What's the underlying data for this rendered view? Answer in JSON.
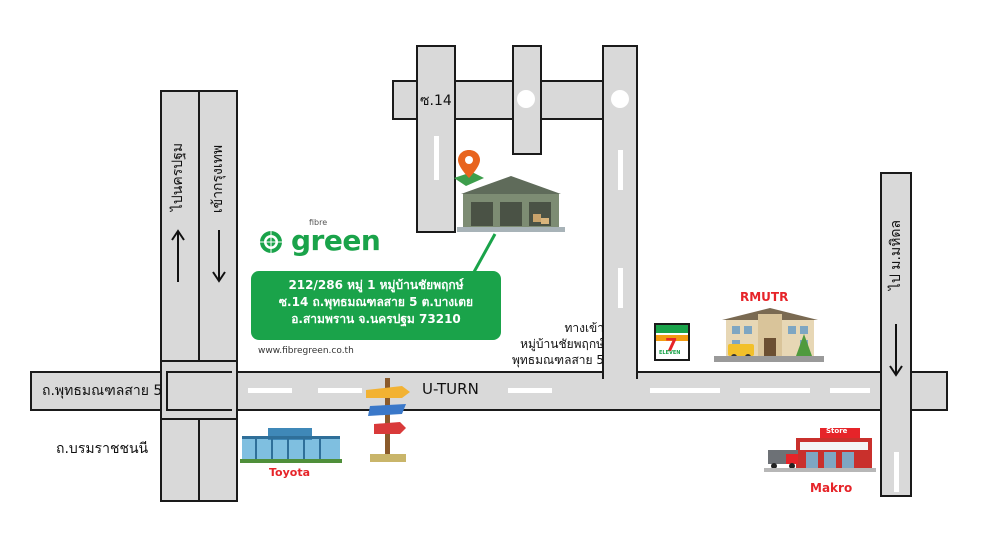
{
  "roads": {
    "soi14": "ซ.14",
    "to_nakhon_pathom": "ไปนครปฐม",
    "to_bangkok": "เข้ากรุงเทพ",
    "to_mahidol": "ไป ม.มหิดล",
    "phutthamonthon_5": "ถ.พุทธมณฑลสาย 5",
    "borommaratchachonnani": "ถ.บรมราชชนนี",
    "u_turn": "U-TURN",
    "entrance_line1": "ทางเข้า",
    "entrance_line2": "หมู่บ้านชัยพฤกษ์",
    "entrance_line3": "พุทธมณฑลสาย 5"
  },
  "brand": {
    "small": "fibre",
    "name": "green",
    "website": "www.fibregreen.co.th"
  },
  "address": {
    "line1": "212/286 หมู่ 1 หมู่บ้านชัยพฤกษ์",
    "line2": "ซ.14 ถ.พุทธมณฑลสาย 5 ต.บางเตย",
    "line3": "อ.สามพราน จ.นครปฐม 73210"
  },
  "landmarks": {
    "rmutr": "RMUTR",
    "seven_eleven": "ELEVEN",
    "toyota": "Toyota",
    "makro": "Makro",
    "store_sign": "Store"
  },
  "colors": {
    "brand_green": "#1aa34a",
    "road_fill": "#d9d9d9",
    "road_edge": "#1a1a1a",
    "landmark_red": "#e62429"
  }
}
